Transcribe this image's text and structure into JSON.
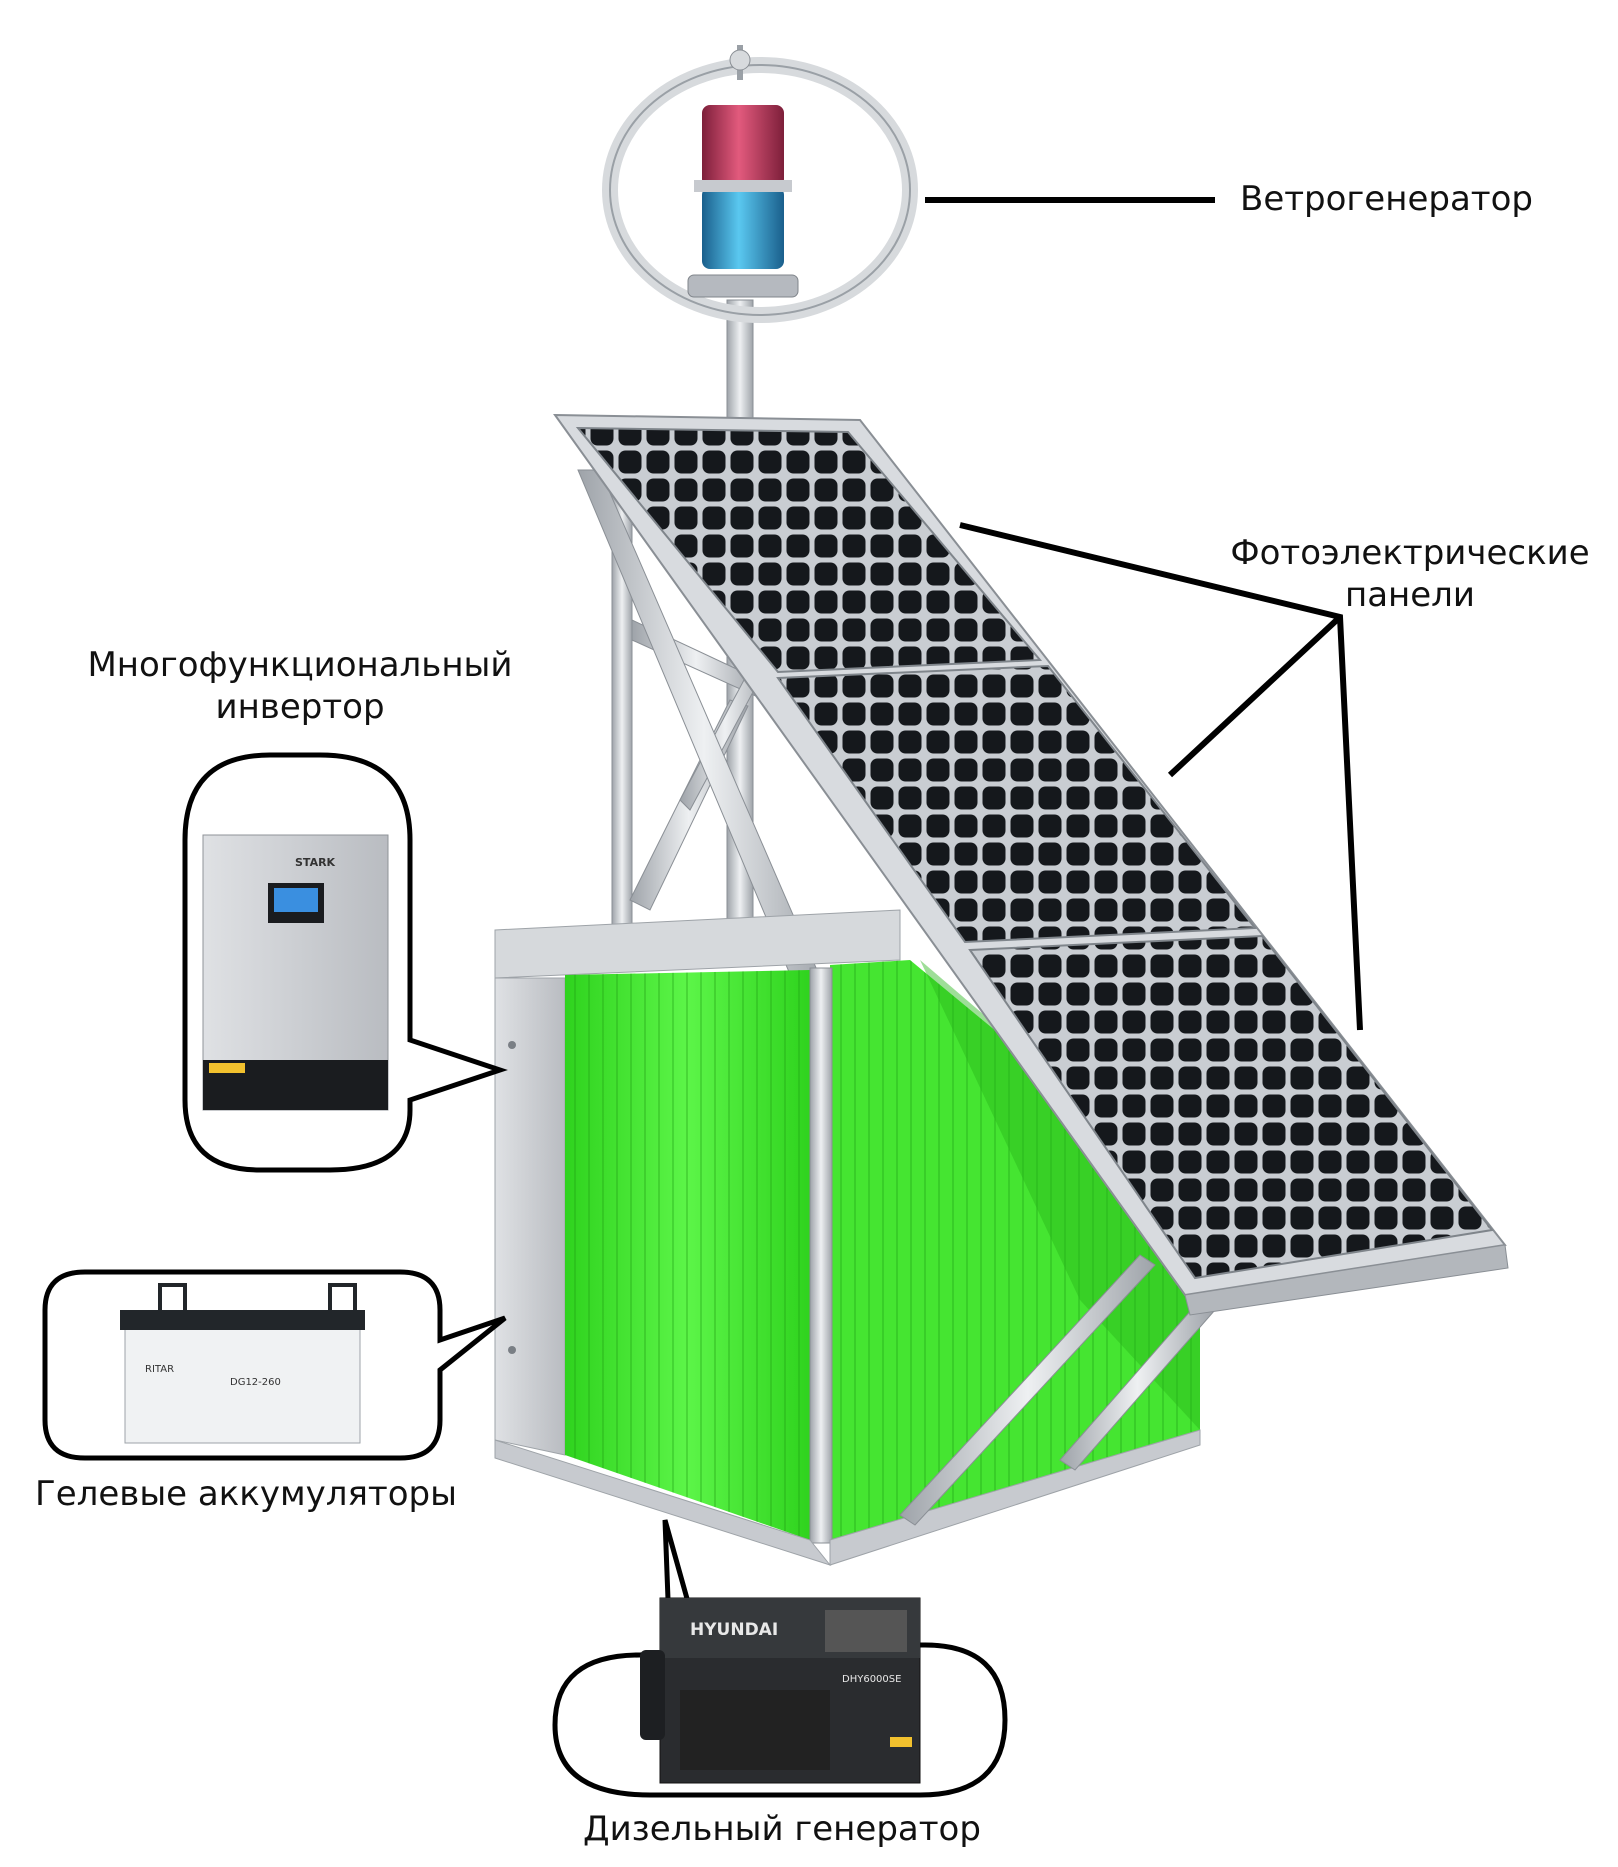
{
  "labels": {
    "wind_generator": "Ветрогенератор",
    "pv_panels_line1": "Фотоэлектрические",
    "pv_panels_line2": "панели",
    "inverter_line1": "Многофункциональный",
    "inverter_line2": "инвертор",
    "gel_batteries": "Гелевые аккумуляторы",
    "diesel_generator": "Дизельный генератор"
  },
  "product_marks": {
    "inverter_brand": "STARK",
    "battery_brand": "RITAR",
    "battery_model": "DG12-260",
    "generator_brand": "HYUNDAI",
    "generator_model": "DHY6000SE"
  },
  "colors": {
    "container_green": "#3ee82a",
    "frame_steel": "#c8cbd0",
    "solar_cell": "#15181c",
    "turbine_red": "#c2385a",
    "turbine_blue": "#2f9fd4"
  }
}
